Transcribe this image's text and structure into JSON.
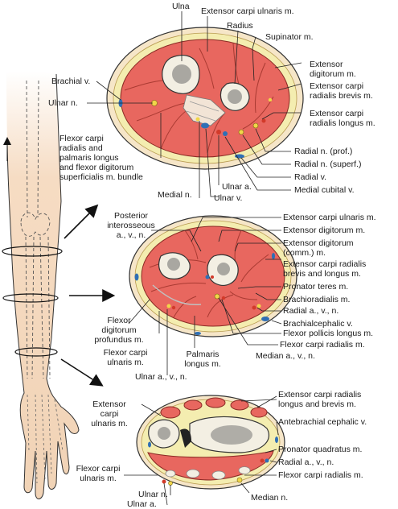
{
  "colors": {
    "muscle": "#e8675f",
    "muscle_dark": "#c9463f",
    "fat": "#f4edb0",
    "skin": "#f6e6c8",
    "bone": "#f3efe3",
    "marrow": "#3a3a3a",
    "vein": "#2f6fb5",
    "artery": "#d23a2a",
    "nerve": "#f1d64a",
    "arm_skin": "#f4d9bf"
  },
  "section1": {
    "ulna": "Ulna",
    "extensor_carpi_ulnaris": "Extensor carpi ulnaris m.",
    "radius": "Radius",
    "supinator": "Supinator m.",
    "extensor_digitorum": "Extensor\ndigitorum m.",
    "extensor_carpi_radialis_brevis": "Extensor carpi\nradialis brevis m.",
    "brachial_v": "Brachial v.",
    "extensor_carpi_radialis_longus": "Extensor carpi\nradialis longus m.",
    "ulnar_n": "Ulnar n.",
    "flexor_bundle": "Flexor carpi\nradialis and\npalmaris longus\nand flexor digitorum\nsuperficialis m. bundle",
    "radial_n_prof": "Radial n. (prof.)",
    "radial_n_superf": "Radial n. (superf.)",
    "radial_v": "Radial v.",
    "medial_cubital_v": "Medial cubital v.",
    "ulnar_a": "Ulnar a.",
    "ulnar_v": "Ulnar v.",
    "medial_n": "Medial n."
  },
  "section2": {
    "posterior_interosseous": "Posterior\ninterosseous\na., v., n.",
    "extensor_carpi_ulnaris": "Extensor carpi ulnaris m.",
    "extensor_digitorum": "Extensor digitorum m.",
    "extensor_digitorum_comm": "Extensor digitorum\n(comm.) m.",
    "extensor_carpi_radialis": "Extensor carpi radialis\nbrevis and longus m.",
    "pronator_teres": "Pronator teres m.",
    "brachioradialis": "Brachioradialis m.",
    "radial_avn": "Radial a., v., n.",
    "brachialcephalic_v": "Brachialcephalic v.",
    "flexor_digitorum_profundus": "Flexor\ndigitorum\nprofundus m.",
    "flexor_pollicis_longus": "Flexor pollicis longus m.",
    "flexor_carpi_radialis": "Flexor carpi radialis m.",
    "flexor_carpi_ulnaris": "Flexor carpi\nulnaris m.",
    "palmaris_longus": "Palmaris\nlongus m.",
    "median_avn": "Median a., v., n.",
    "ulnar_avn": "Ulnar a., v., n."
  },
  "section3": {
    "extensor_carpi_ulnaris": "Extensor\ncarpi\nulnaris m.",
    "extensor_carpi_radialis": "Extensor carpi radialis\nlongus and brevis m.",
    "antebrachial_cephalic_v": "Antebrachial cephalic v.",
    "pronator_quadratus": "Pronator quadratus m.",
    "radial_avn": "Radial a., v., n.",
    "flexor_carpi_ulnaris": "Flexor carpi\nulnaris m.",
    "flexor_carpi_radialis": "Flexor carpi radialis m.",
    "ulnar_n": "Ulnar n.",
    "median_n": "Median n.",
    "ulnar_a": "Ulnar a."
  }
}
